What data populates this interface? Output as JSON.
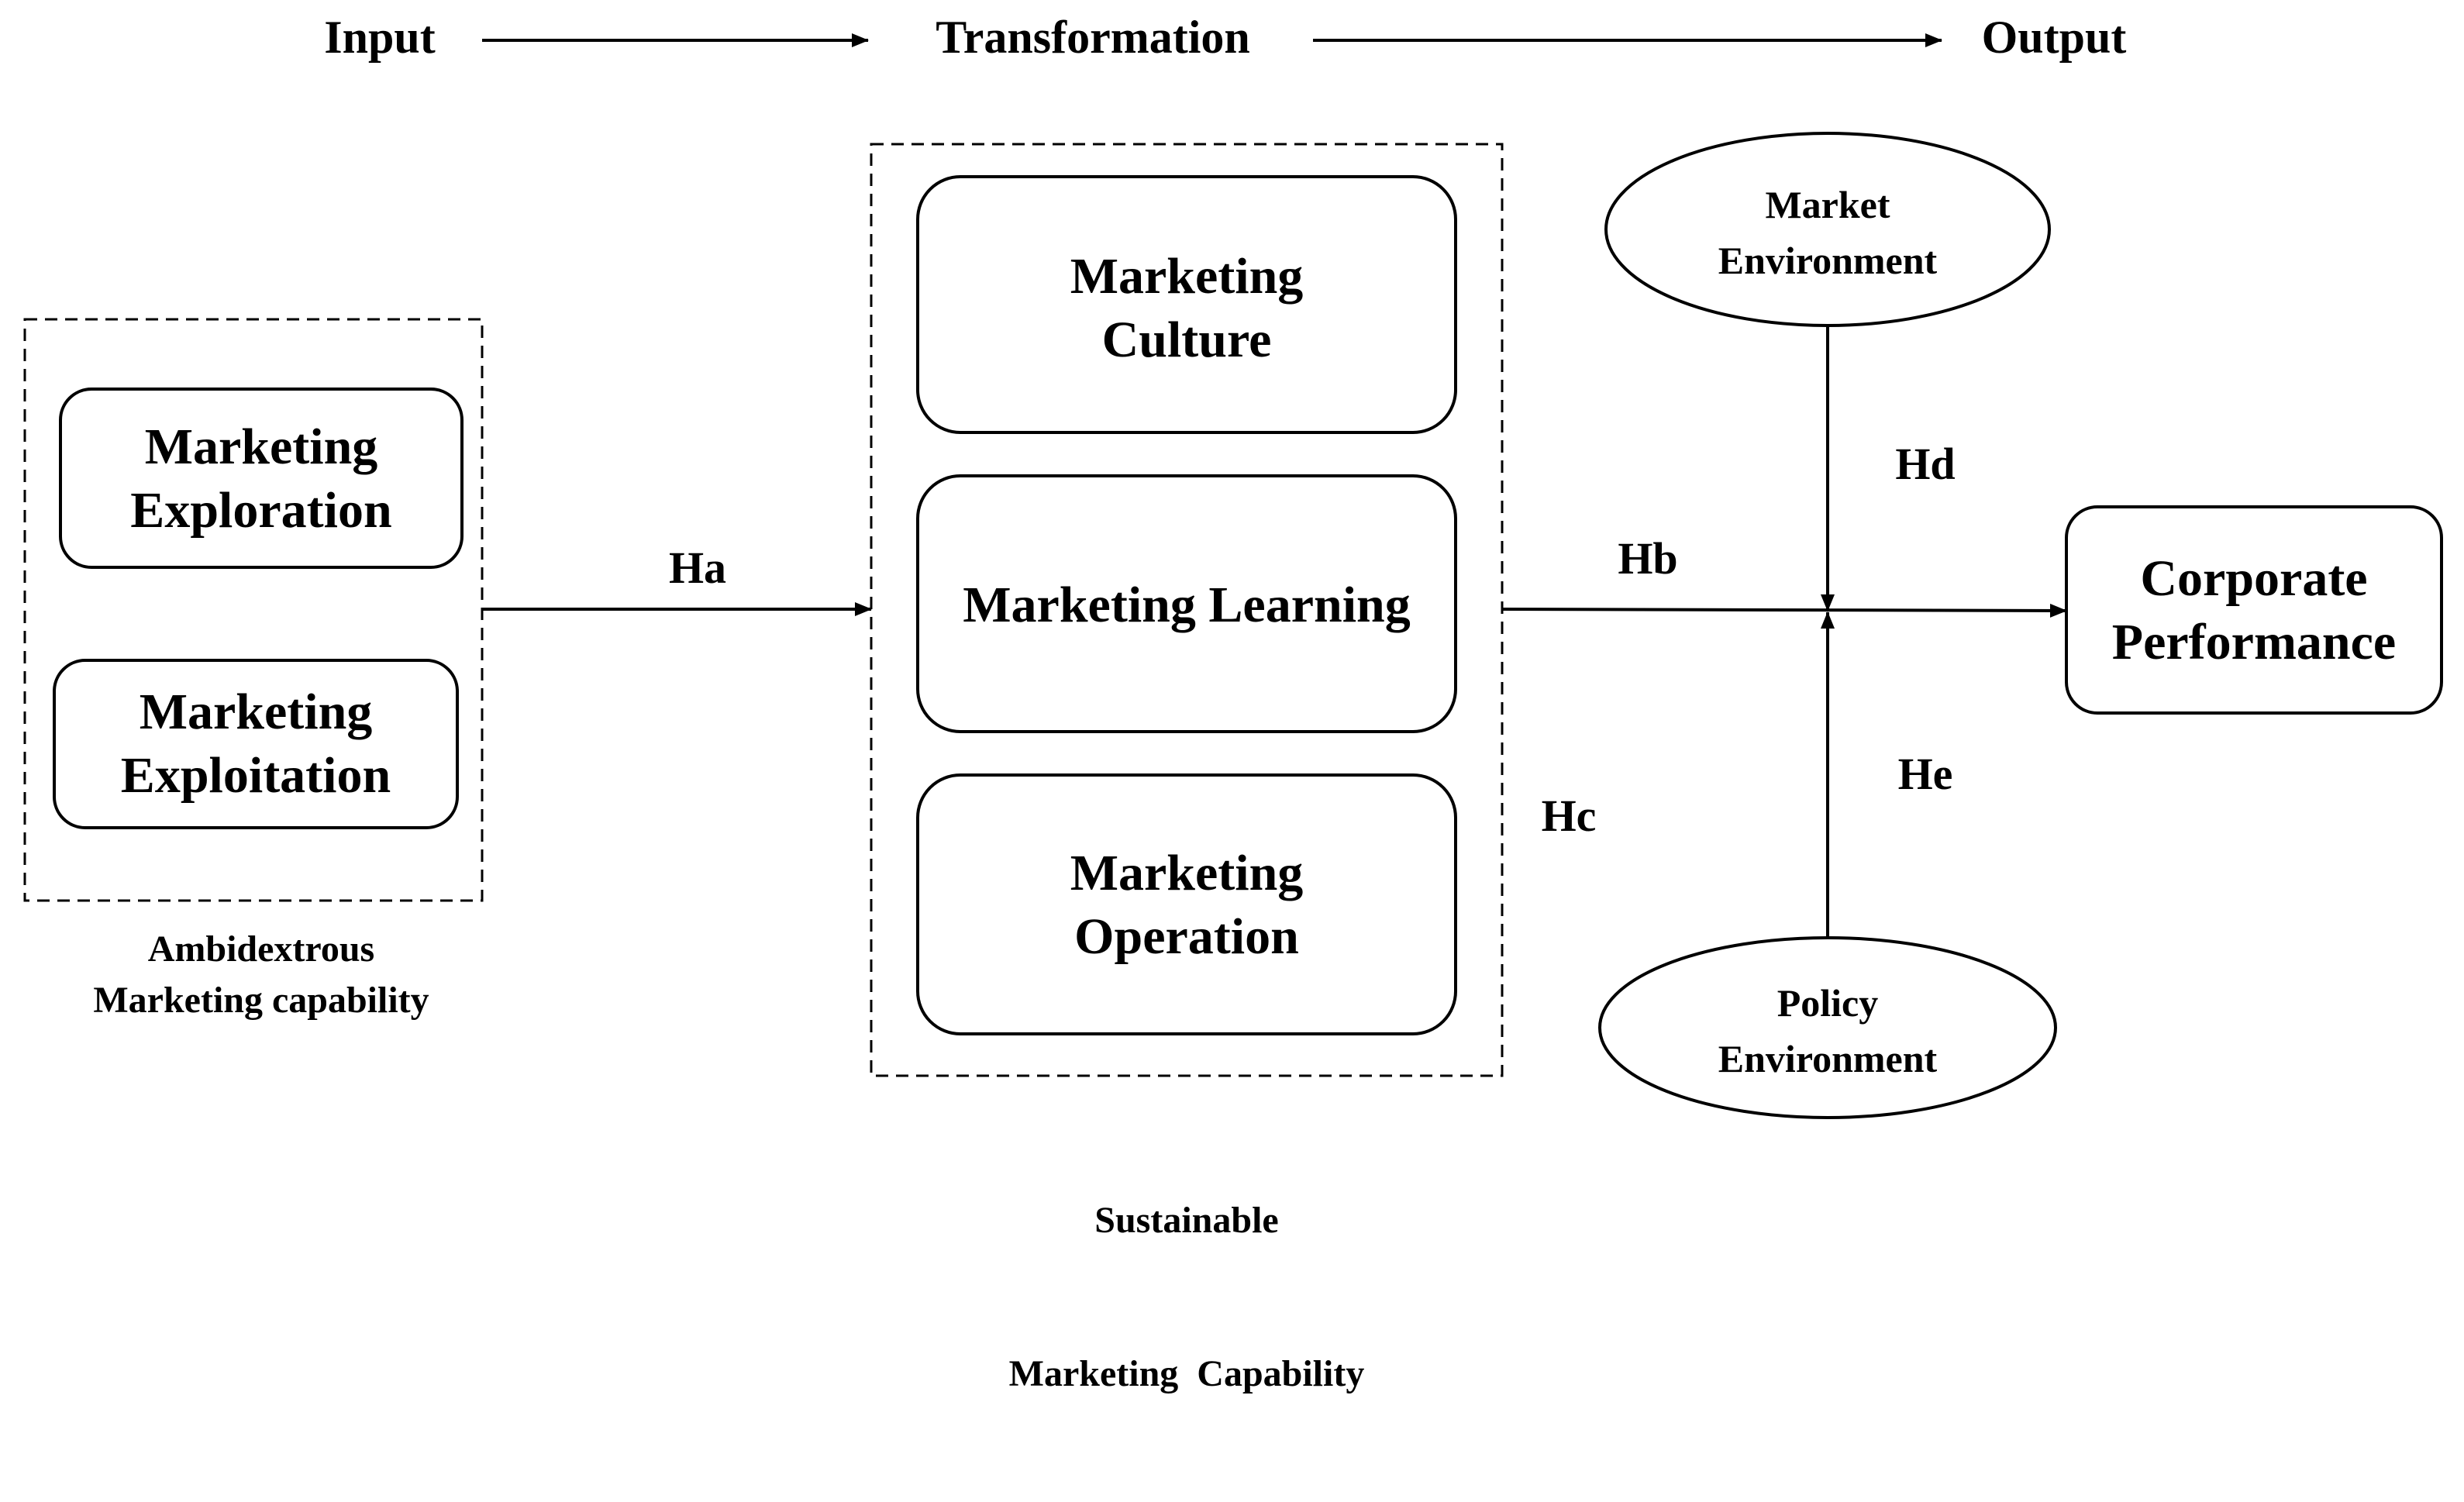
{
  "stages": {
    "input": "Input",
    "transformation": "Transformation",
    "output": "Output"
  },
  "left_group": {
    "caption": [
      "Ambidextrous",
      "Marketing capability"
    ],
    "boxes": [
      [
        "Marketing",
        "Exploration"
      ],
      [
        "Marketing",
        "Exploitation"
      ]
    ]
  },
  "middle_group": {
    "caption": [
      "Sustainable",
      "Marketing  Capability"
    ],
    "boxes": [
      [
        "Marketing",
        "Culture"
      ],
      [
        "Marketing Learning"
      ],
      [
        "Marketing",
        "Operation"
      ]
    ]
  },
  "moderators": {
    "market": [
      "Market",
      "Environment"
    ],
    "policy": [
      "Policy",
      "Environment"
    ]
  },
  "outcome": [
    "Corporate",
    "Performance"
  ],
  "hypotheses": {
    "ha": "Ha",
    "hb": "Hb",
    "hc": "Hc",
    "hd": "Hd",
    "he": "He"
  },
  "colors": {
    "stroke": "#000000",
    "background": "#ffffff"
  }
}
